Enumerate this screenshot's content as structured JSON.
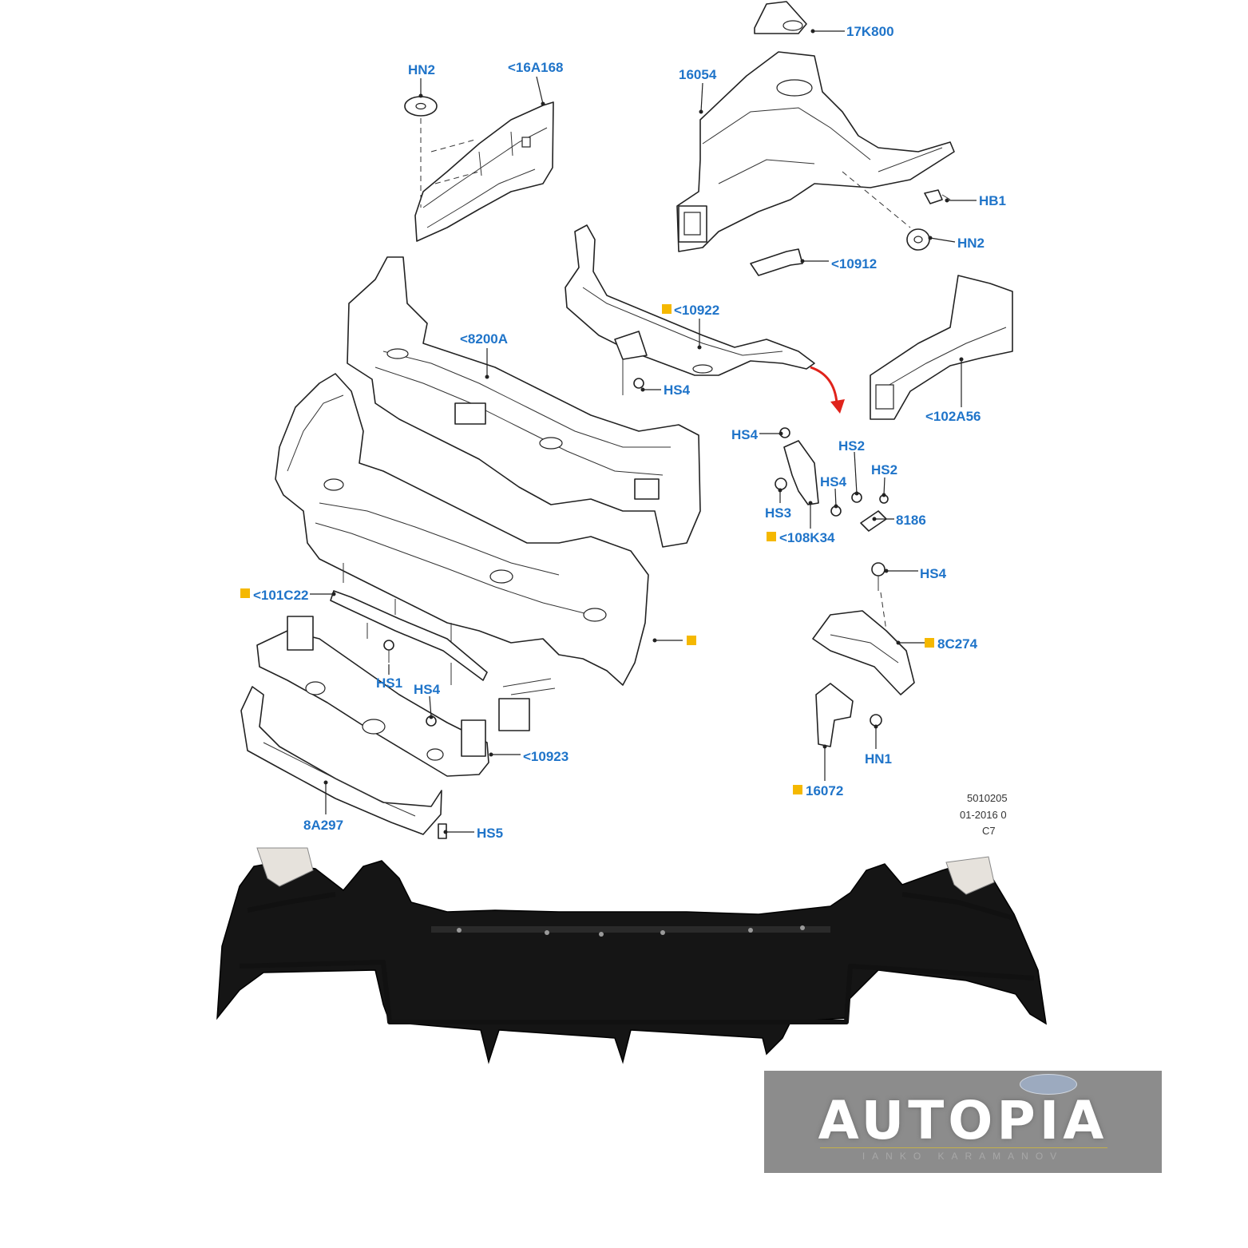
{
  "callouts": {
    "hn2_top": "HN2",
    "p16a168": "<16A168",
    "p17k800": "17K800",
    "p16054": "16054",
    "hb1": "HB1",
    "hn2_right": "HN2",
    "p10912": "<10912",
    "p10922": "<10922",
    "p8200a": "<8200A",
    "hs4_a": "HS4",
    "p102a56": "<102A56",
    "hs4_b": "HS4",
    "hs2_a": "HS2",
    "hs2_b": "HS2",
    "hs4_c": "HS4",
    "hs3": "HS3",
    "p8186": "8186",
    "p108k34": "<108K34",
    "hs4_d": "HS4",
    "p8c274": "8C274",
    "p101c22": "<101C22",
    "hs1": "HS1",
    "hs4_e": "HS4",
    "p10923": "<10923",
    "hn1": "HN1",
    "p16072": "16072",
    "p8a297": "8A297",
    "hs5": "HS5"
  },
  "reference": {
    "line1": "5010205",
    "line2": "01-2016 0",
    "line3": "C7"
  },
  "logo": {
    "brand": "AUTOPIA",
    "subtitle": "IANKO KARAMANOV"
  },
  "colors": {
    "label": "#1f74c9",
    "marker": "#f5b800",
    "arrow": "#e0231b",
    "logo_bg": "#8c8c8c"
  }
}
